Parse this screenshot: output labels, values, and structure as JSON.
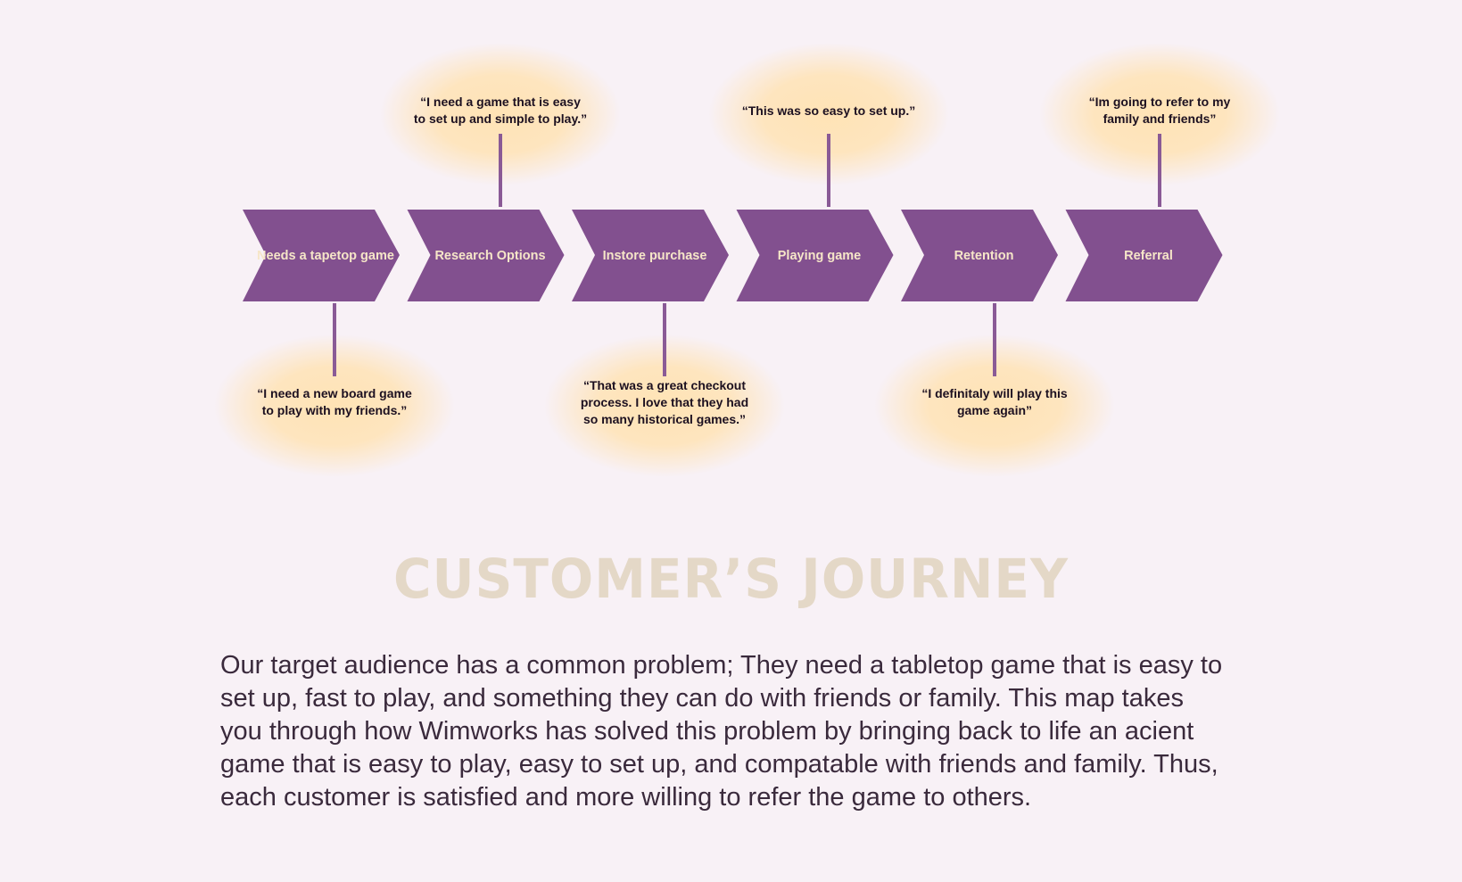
{
  "colors": {
    "background": "#f8f1f6",
    "chevron": "#82508f",
    "stage_text": "#f6e6c8",
    "connector": "#8a5a96",
    "glow": "#ffe3b5",
    "title": "#e4d8c7",
    "body_text": "#3a2a3c"
  },
  "stages": [
    {
      "label": "Needs a tapetop game"
    },
    {
      "label": "Research Options"
    },
    {
      "label": "Instore purchase"
    },
    {
      "label": "Playing game"
    },
    {
      "label": "Retention"
    },
    {
      "label": "Referral"
    }
  ],
  "quotes": [
    {
      "stage": 1,
      "position": "below",
      "text": "“I need a new board game\nto play with my friends.”"
    },
    {
      "stage": 2,
      "position": "above",
      "text": "“I need a game that is easy\nto set up and simple to play.”"
    },
    {
      "stage": 3,
      "position": "below",
      "text": "“That was a great checkout\nprocess. I love that they had\nso many historical games.”"
    },
    {
      "stage": 4,
      "position": "above",
      "text": "“This was so easy to set up.”"
    },
    {
      "stage": 5,
      "position": "below",
      "text": "“I definitaly will play this\ngame again”"
    },
    {
      "stage": 6,
      "position": "above",
      "text": "“Im going to refer to my\nfamily and friends”"
    }
  ],
  "title": "CUSTOMER’S JOURNEY",
  "description": "Our target audience has a common problem; They need a tabletop game that is easy to set up, fast to play, and something they can do with friends or family. This map takes you through how Wimworks has solved this problem by bringing back to life an acient game that is easy to play, easy to set up, and compatable with friends and family. Thus, each customer is satisfied and more willing to refer the game to others."
}
